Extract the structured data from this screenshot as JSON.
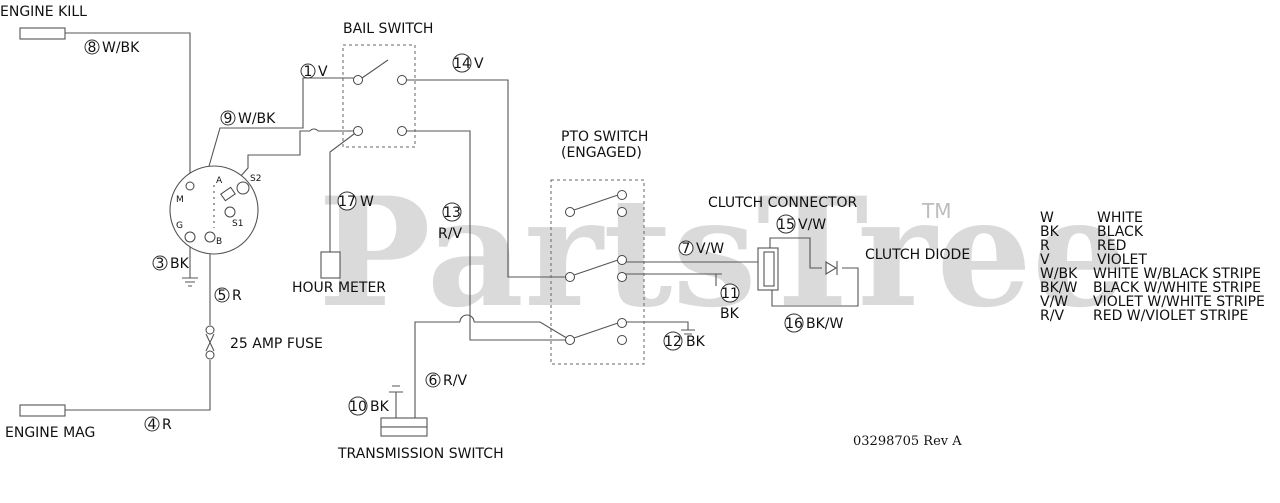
{
  "watermark": {
    "text": "PartsTree",
    "tm": "TM"
  },
  "components": {
    "engine_kill": "ENGINE KILL",
    "engine_mag": "ENGINE MAG",
    "bail_switch": "BAIL SWITCH",
    "pto_switch_line1": "PTO SWITCH",
    "pto_switch_line2": "(ENGAGED)",
    "clutch_connector": "CLUTCH CONNECTOR",
    "clutch_diode": "CLUTCH DIODE",
    "hour_meter": "HOUR METER",
    "fuse": "25 AMP FUSE",
    "transmission_switch": "TRANSMISSION SWITCH",
    "part_number": "03298705 Rev A"
  },
  "ignition_terminals": {
    "m": "M",
    "a": "A",
    "s2": "S2",
    "s1": "S1",
    "g": "G",
    "b": "B"
  },
  "wires": [
    {
      "num": "8",
      "color": "W/BK"
    },
    {
      "num": "1",
      "color": "V"
    },
    {
      "num": "14",
      "color": "V"
    },
    {
      "num": "9",
      "color": "W/BK"
    },
    {
      "num": "17",
      "color": "W"
    },
    {
      "num": "13",
      "color": "R/V"
    },
    {
      "num": "3",
      "color": "BK"
    },
    {
      "num": "5",
      "color": "R"
    },
    {
      "num": "7",
      "color": "V/W"
    },
    {
      "num": "15",
      "color": "V/W"
    },
    {
      "num": "11",
      "color": "BK"
    },
    {
      "num": "16",
      "color": "BK/W"
    },
    {
      "num": "12",
      "color": "BK"
    },
    {
      "num": "6",
      "color": "R/V"
    },
    {
      "num": "10",
      "color": "BK"
    },
    {
      "num": "4",
      "color": "R"
    }
  ],
  "legend": [
    {
      "code": "W",
      "desc": "WHITE"
    },
    {
      "code": "BK",
      "desc": "BLACK"
    },
    {
      "code": "R",
      "desc": "RED"
    },
    {
      "code": "V",
      "desc": "VIOLET"
    },
    {
      "code": "W/BK",
      "desc": "WHITE W/BLACK STRIPE"
    },
    {
      "code": "BK/W",
      "desc": "BLACK W/WHITE STRIPE"
    },
    {
      "code": "V/W",
      "desc": "VIOLET W/WHITE STRIPE"
    },
    {
      "code": "R/V",
      "desc": "RED W/VIOLET STRIPE"
    }
  ]
}
